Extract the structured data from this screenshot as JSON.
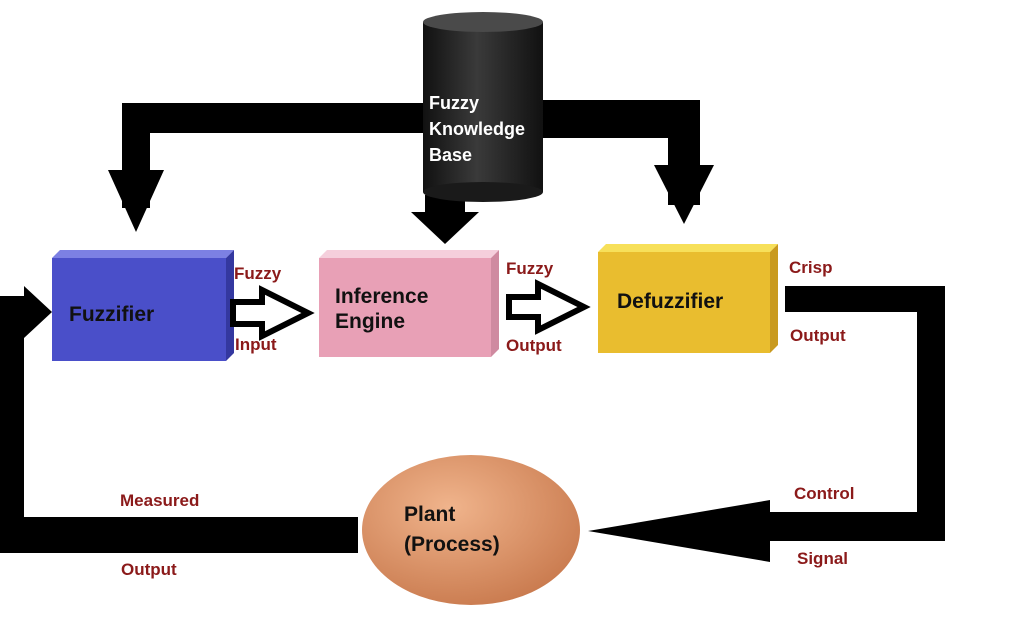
{
  "knowledge_base": {
    "line1": "Fuzzy",
    "line2": "Knowledge",
    "line3": "Base"
  },
  "fuzzifier": {
    "label": "Fuzzifier"
  },
  "inference_engine": {
    "line1": "Inference",
    "line2": "Engine"
  },
  "defuzzifier": {
    "label": "Defuzzifier"
  },
  "plant": {
    "line1": "Plant",
    "line2": "(Process)"
  },
  "edge_labels": {
    "fuzzy_input": {
      "top": "Fuzzy",
      "bottom": "Input"
    },
    "fuzzy_output": {
      "top": "Fuzzy",
      "bottom": "Output"
    },
    "crisp_output": {
      "top": "Crisp",
      "bottom": "Output"
    },
    "control_signal": {
      "top": "Control",
      "bottom": "Signal"
    },
    "measured_output": {
      "top": "Measured",
      "bottom": "Output"
    }
  },
  "colors": {
    "fuzzifier": "#4a4fc9",
    "inference_engine": "#e8a0b6",
    "defuzzifier": "#e9bd2f",
    "plant": "#d98e64",
    "knowledge_base": "#222222",
    "arrows": "#000000",
    "edge_labels": "#8b1a1a"
  }
}
